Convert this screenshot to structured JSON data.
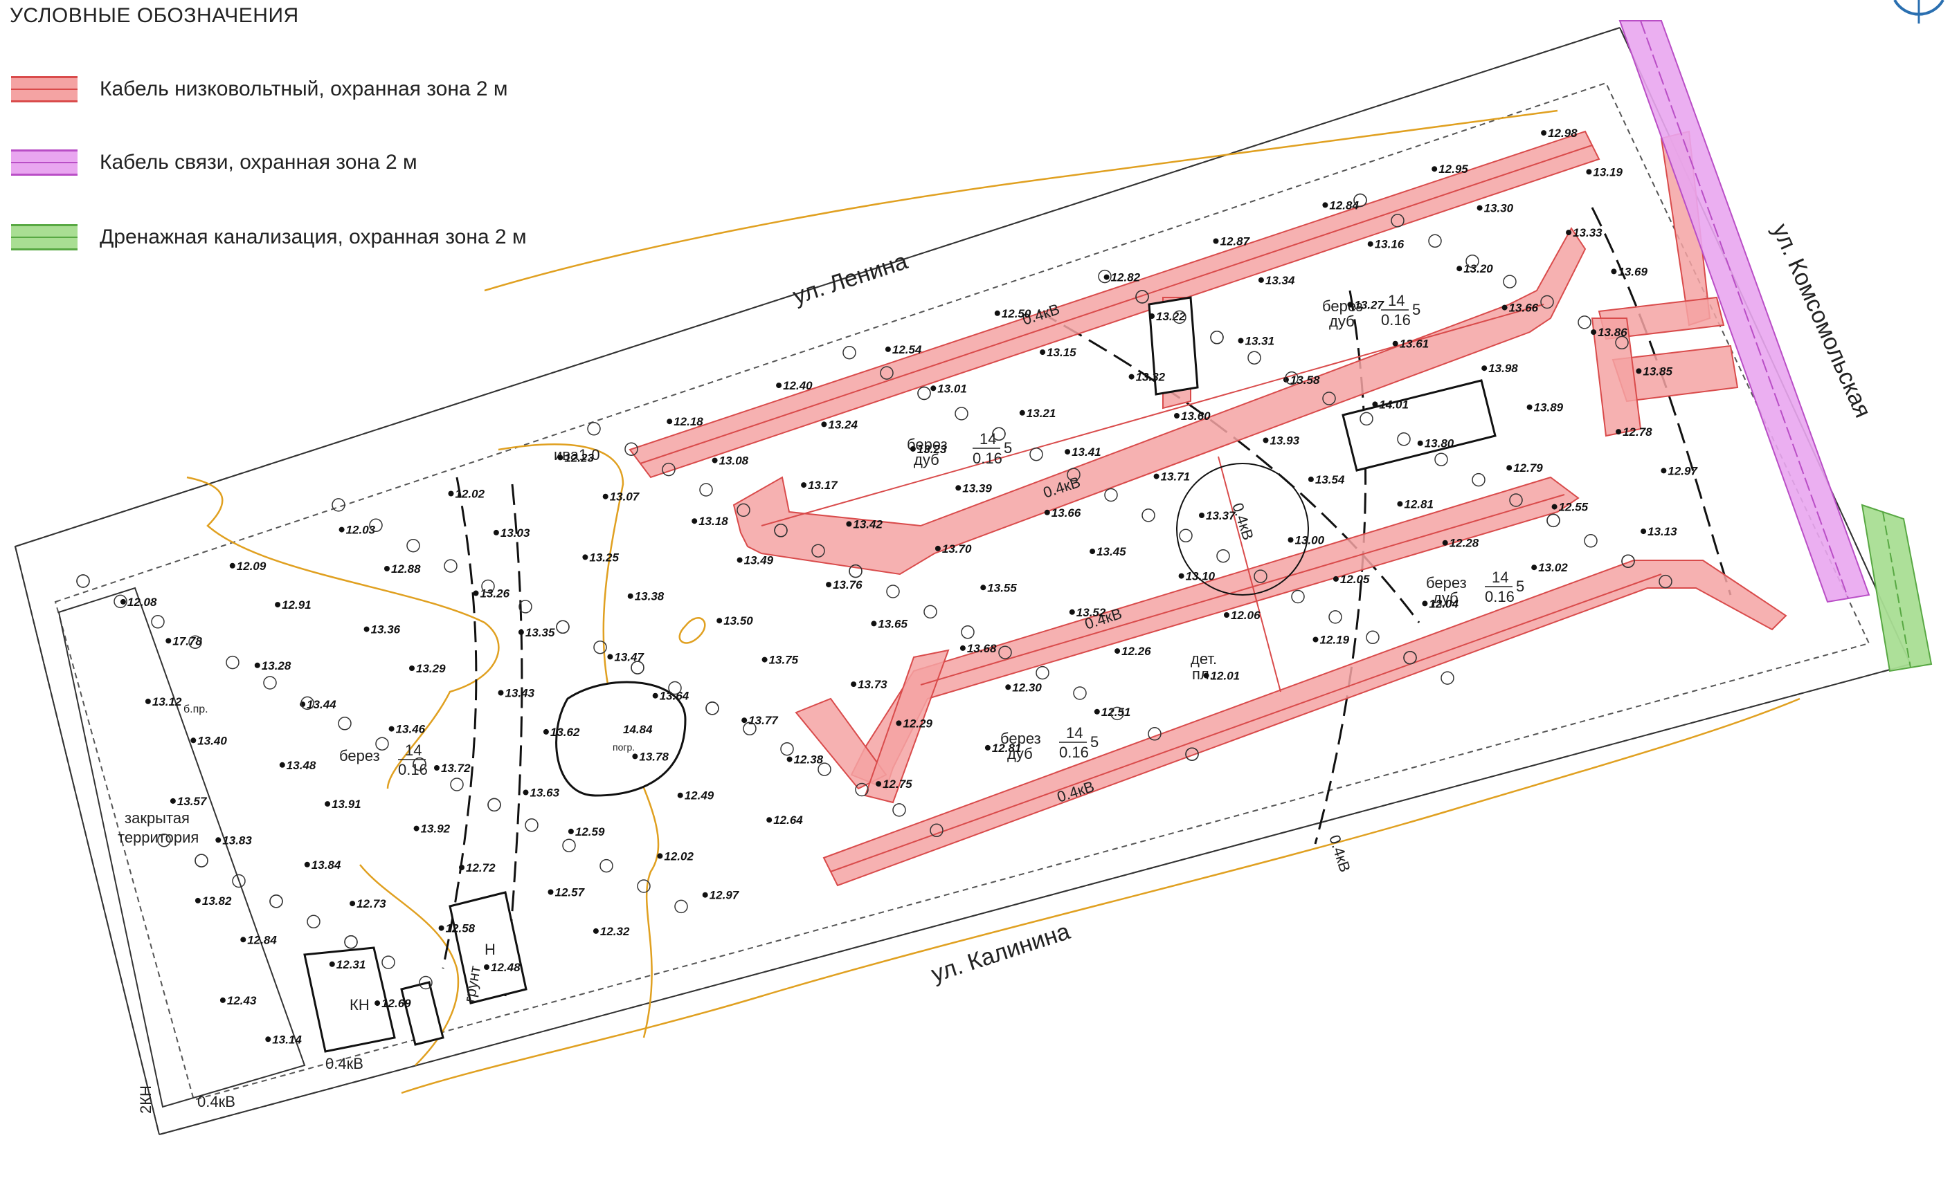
{
  "legend": {
    "title": "УСЛОВНЫЕ ОБОЗНАЧЕНИЯ",
    "items": [
      {
        "label": "Кабель низковольтный, охранная зона 2 м",
        "fill": "#f4a3a3",
        "stroke": "#d94b4b",
        "line": "#d94b4b"
      },
      {
        "label": "Кабель связи, охранная зона 2 м",
        "fill": "#e9a6f0",
        "stroke": "#b94ec6",
        "line": "#b94ec6"
      },
      {
        "label": "Дренажная канализация, охранная зона 2 м",
        "fill": "#a9de93",
        "stroke": "#58a843",
        "line": "#58a843"
      }
    ]
  },
  "streets": {
    "lenina": "ул. Ленина",
    "kalinina": "ул. Калинина",
    "komsomolskaya": "ул. Комсомольская"
  },
  "labels": {
    "pogr": "погр.",
    "pogr_elev": "14.84",
    "closed_territory_1": "закрытая",
    "closed_territory_2": "территория",
    "det_pl": "дет.",
    "det_pl2": "пл.",
    "kn": "КН",
    "n": "Н",
    "kv1": "0.4кВ",
    "kv2": "0.4кВ",
    "kv3": "0.4кВ",
    "kv4": "0.4кВ",
    "kv5": "0.4кВ",
    "kv6": "0.4кВ",
    "kv7": "0.4кВ",
    "kv_side": "0.4кВ",
    "iva": "ива1.0",
    "gruntm": "грунт",
    "bpr": "б.пр.",
    "k2": "2КН",
    "tree_group_1": "берез",
    "tree_group_1b": "дуб",
    "tree_frac_num": "14",
    "tree_frac_den": "0.16",
    "tree_frac_5": "5",
    "tree_group_lone": "берез",
    "lone_frac_num": "14",
    "lone_frac_den": "0.16"
  },
  "elevations": [
    "12.08",
    "12.09",
    "12.03",
    "12.02",
    "12.23",
    "12.18",
    "12.40",
    "12.54",
    "12.50",
    "12.82",
    "12.87",
    "12.84",
    "12.95",
    "12.98",
    "17.78",
    "12.91",
    "12.88",
    "13.03",
    "13.07",
    "13.08",
    "13.24",
    "13.01",
    "13.15",
    "13.22",
    "13.34",
    "13.16",
    "13.30",
    "13.19",
    "13.12",
    "13.28",
    "13.36",
    "13.26",
    "13.25",
    "13.18",
    "13.17",
    "13.23",
    "13.21",
    "13.32",
    "13.31",
    "13.27",
    "13.20",
    "13.33",
    "13.40",
    "13.44",
    "13.29",
    "13.35",
    "13.38",
    "13.49",
    "13.42",
    "13.39",
    "13.41",
    "13.60",
    "13.58",
    "13.61",
    "13.66",
    "13.69",
    "13.57",
    "13.48",
    "13.46",
    "13.43",
    "13.47",
    "13.50",
    "13.76",
    "13.70",
    "13.66",
    "13.71",
    "13.93",
    "14.01",
    "13.98",
    "13.86",
    "13.83",
    "13.91",
    "13.72",
    "13.62",
    "13.64",
    "13.75",
    "13.65",
    "13.55",
    "13.45",
    "13.37",
    "13.54",
    "13.80",
    "13.89",
    "13.85",
    "13.82",
    "13.84",
    "13.92",
    "13.63",
    "13.78",
    "13.77",
    "13.73",
    "13.68",
    "13.52",
    "13.10",
    "13.00",
    "12.81",
    "12.79",
    "12.78",
    "12.84",
    "12.73",
    "12.72",
    "12.59",
    "12.49",
    "12.38",
    "12.29",
    "12.30",
    "12.26",
    "12.06",
    "12.05",
    "12.28",
    "12.55",
    "12.97",
    "12.43",
    "12.31",
    "12.58",
    "12.57",
    "12.02",
    "12.64",
    "12.75",
    "12.81",
    "12.51",
    "12.01",
    "12.19",
    "12.04",
    "13.02",
    "13.13",
    "13.14",
    "12.69",
    "12.48",
    "12.32",
    "12.97"
  ],
  "colors": {
    "lowvolt_fill": "#f4a3a3",
    "lowvolt_line": "#d94b4b",
    "comm_fill": "#e9a6f0",
    "comm_line": "#b94ec6",
    "drain_fill": "#a9de93",
    "drain_line": "#58a843",
    "contour": "#e0a020"
  }
}
